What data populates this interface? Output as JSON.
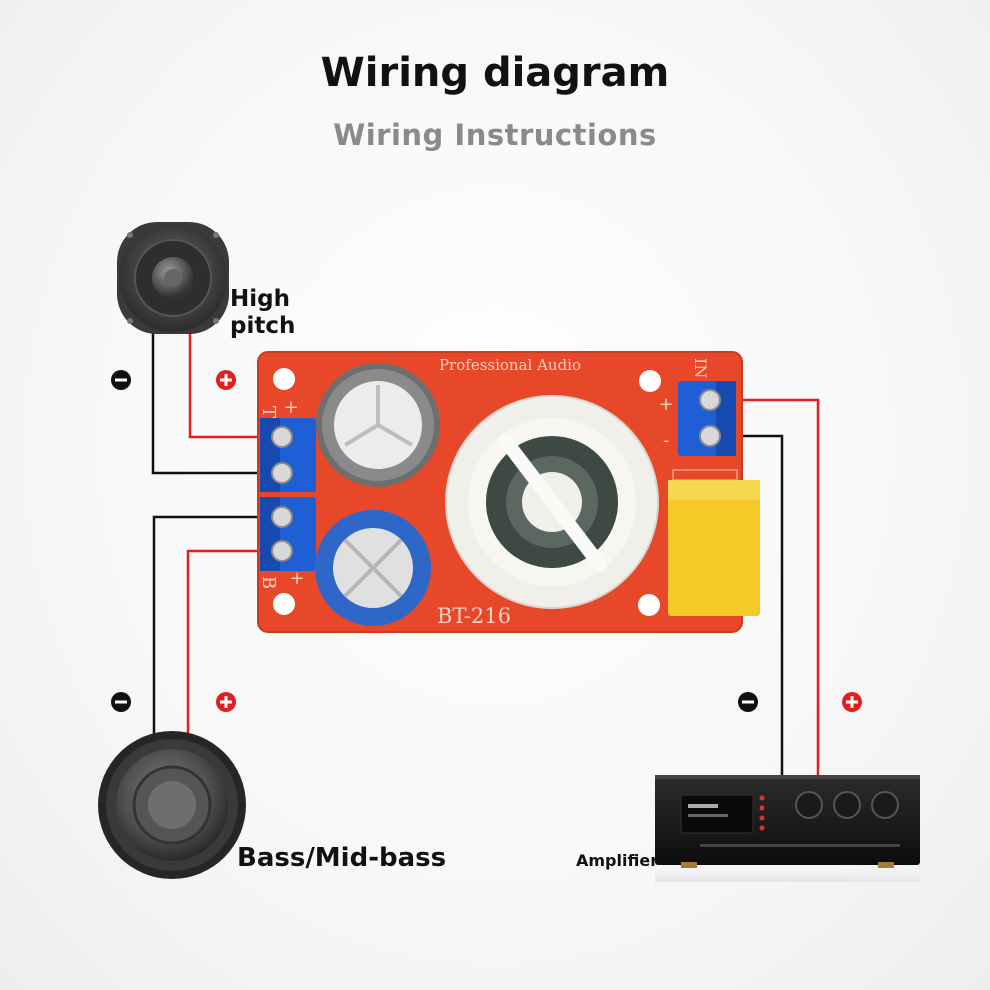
{
  "header": {
    "title": "Wiring diagram",
    "subtitle": "Wiring Instructions"
  },
  "labels": {
    "high": [
      "High",
      "pitch"
    ],
    "bass": "Bass/Mid-bass",
    "amplifier": "Amplifier"
  },
  "board": {
    "brand_text": "Professional Audio",
    "model": "BT-216",
    "terminal_high": "T",
    "terminal_bass": "B",
    "terminal_in": "IN",
    "plus": "+",
    "minus": "-"
  },
  "polarity": {
    "minus": "−",
    "plus": "+"
  },
  "colors": {
    "positive_wire": "#e02020",
    "negative_wire": "#111111",
    "board": "#e8482a",
    "terminal": "#1f5fd6",
    "inductor": "#f1efe9",
    "capacitor_blue": "#2f67c9",
    "capacitor_yellow": "#f5c928"
  }
}
